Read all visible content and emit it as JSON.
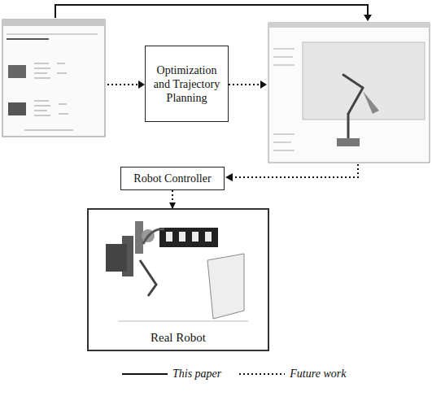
{
  "diagram": {
    "nodes": [
      {
        "text": [
          "Optimization and Trajectory Planning"
        ]
      },
      {
        "text": [
          "Robot Controller"
        ]
      },
      {
        "text": [
          "Real Robot"
        ]
      }
    ],
    "edges": [
      {
        "from": 1,
        "to": 2,
        "arrow": "to"
      }
    ],
    "legend": [
      {
        "text": "This paper"
      },
      {
        "text": "Future work"
      }
    ]
  }
}
